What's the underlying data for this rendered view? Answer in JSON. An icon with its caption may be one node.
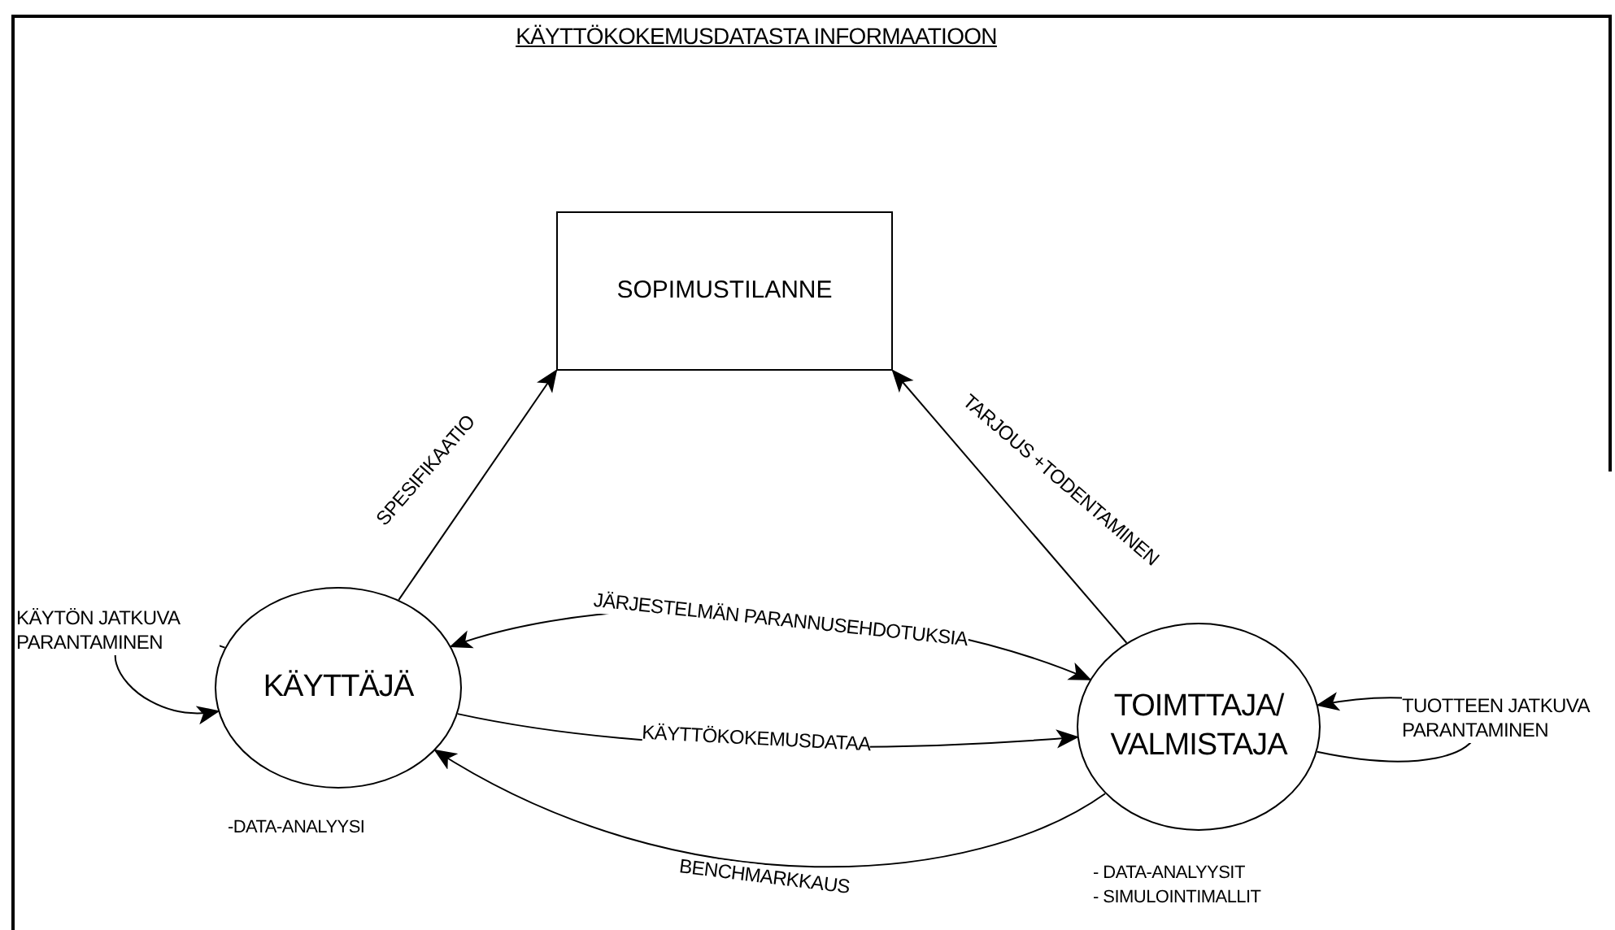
{
  "diagram": {
    "title": "KÄYTTÖKOKEMUSDATASTA INFORMAATIOON",
    "nodes": [
      {
        "text": [
          "SOPIMUSTILANNE"
        ]
      },
      {
        "text": [
          "KÄYTTÄJÄ"
        ],
        "beside": [
          "-DATA-ANALYYSI"
        ]
      },
      {
        "text": [
          "TOIMTTAJA/ VALMISTAJA"
        ],
        "beside": [
          "- DATA-ANALYYSIT",
          "- SIMULOINTIMALLIT"
        ]
      }
    ],
    "edges": [
      {
        "from": 1,
        "to": 0,
        "arrow": "to",
        "label": "SPESIFIKAATIO"
      },
      {
        "from": 2,
        "to": 0,
        "arrow": "to",
        "label": "TARJOUS +TODENTAMINEN"
      },
      {
        "from": 1,
        "to": 2,
        "arrow": "both",
        "label": "JÄRJESTELMÄN PARANNUSEHDOTUKSIA"
      },
      {
        "from": 1,
        "to": 2,
        "arrow": "to",
        "label": "KÄYTTÖKOKEMUSDATAA"
      },
      {
        "from": 2,
        "to": 1,
        "arrow": "to",
        "label": "BENCHMARKKAUS"
      },
      {
        "from": 1,
        "to": 1,
        "arrow": "to",
        "label": "KÄYTÖN JATKUVA PARANTAMINEN"
      },
      {
        "from": 2,
        "to": 2,
        "arrow": "to",
        "label": "TUOTTEEN JATKUVA PARANTAMINEN"
      }
    ]
  }
}
